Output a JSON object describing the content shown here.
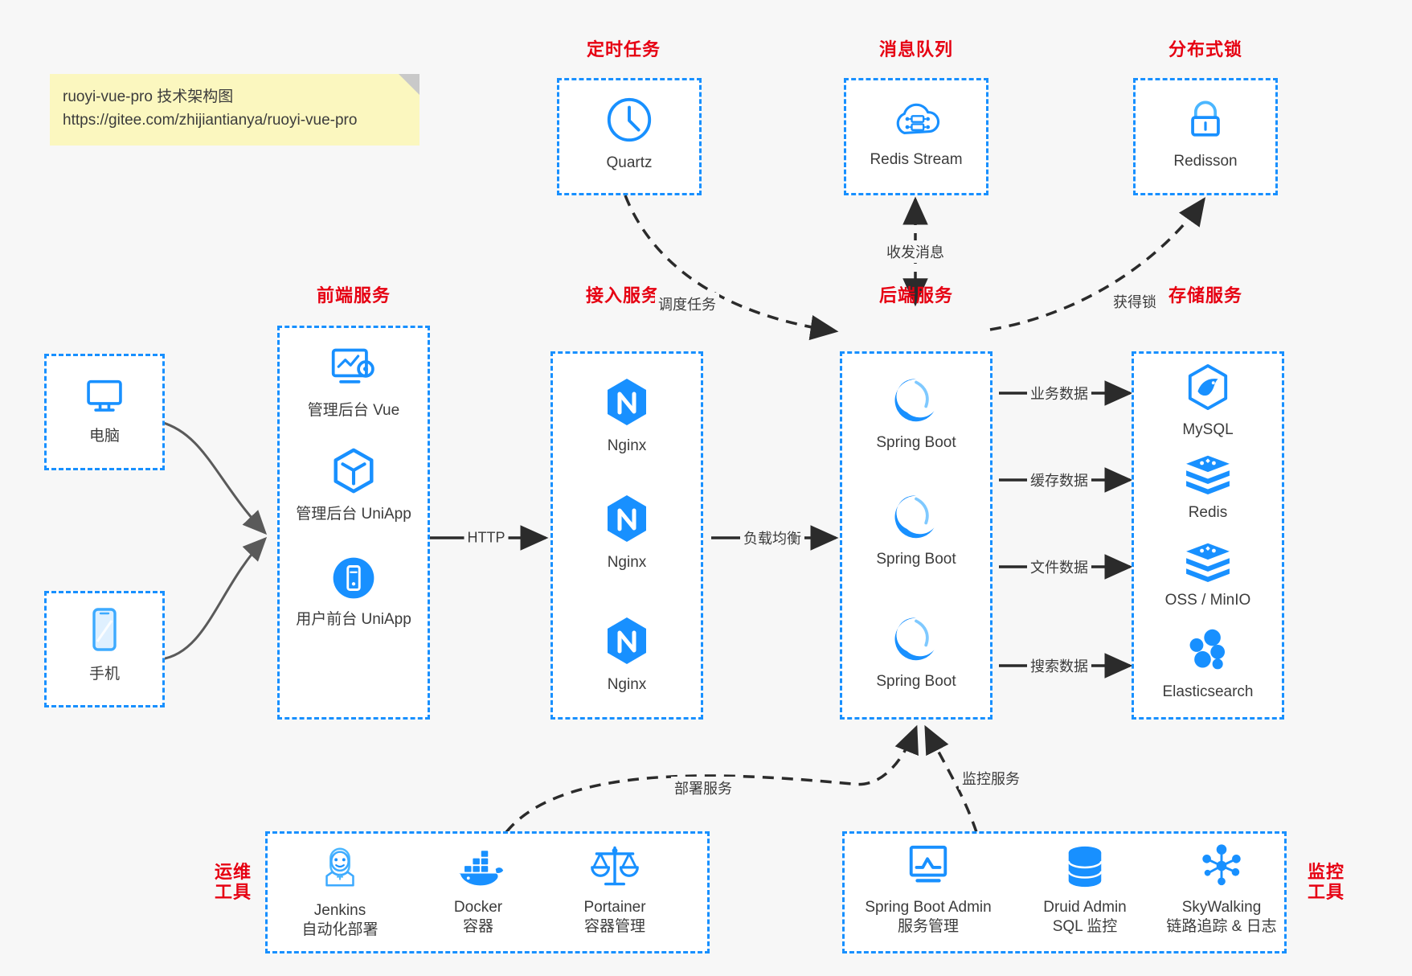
{
  "note": {
    "line1": "ruoyi-vue-pro 技术架构图",
    "line2": "https://gitee.com/zhijiantianya/ruoyi-vue-pro"
  },
  "colors": {
    "accent_blue": "#1890ff",
    "label_red": "#e60012",
    "text": "#3c3c3c",
    "note_bg": "#fbf7bf",
    "canvas_bg": "#f7f7f7",
    "arrow_dark": "#2b2b2b",
    "arrow_gray": "#5a5a5a"
  },
  "groups": {
    "scheduler": {
      "label": "定时任务"
    },
    "mq": {
      "label": "消息队列"
    },
    "lock": {
      "label": "分布式锁"
    },
    "frontend": {
      "label": "前端服务"
    },
    "gateway": {
      "label": "接入服务"
    },
    "backend": {
      "label": "后端服务"
    },
    "storage": {
      "label": "存储服务"
    },
    "devops": {
      "label_line1": "运维",
      "label_line2": "工具"
    },
    "monitor": {
      "label_line1": "监控",
      "label_line2": "工具"
    }
  },
  "nodes": {
    "quartz": {
      "name": "Quartz",
      "icon": "clock-icon"
    },
    "redis_stream": {
      "name": "Redis Stream",
      "icon": "cloud-stream-icon"
    },
    "redisson": {
      "name": "Redisson",
      "icon": "lock-icon"
    },
    "pc": {
      "name": "电脑",
      "icon": "desktop-icon"
    },
    "mobile": {
      "name": "手机",
      "icon": "smartphone-icon"
    },
    "admin_vue": {
      "name": "管理后台 Vue",
      "icon": "dashboard-gear-icon"
    },
    "admin_uniapp": {
      "name": "管理后台 UniApp",
      "icon": "cube-icon"
    },
    "user_uniapp": {
      "name": "用户前台 UniApp",
      "icon": "mobile-circle-icon"
    },
    "nginx1": {
      "name": "Nginx",
      "icon": "nginx-icon"
    },
    "nginx2": {
      "name": "Nginx",
      "icon": "nginx-icon"
    },
    "nginx3": {
      "name": "Nginx",
      "icon": "nginx-icon"
    },
    "springboot1": {
      "name": "Spring Boot",
      "icon": "spring-icon"
    },
    "springboot2": {
      "name": "Spring Boot",
      "icon": "spring-icon"
    },
    "springboot3": {
      "name": "Spring Boot",
      "icon": "spring-icon"
    },
    "mysql": {
      "name": "MySQL",
      "icon": "mysql-icon"
    },
    "redis": {
      "name": "Redis",
      "icon": "redis-icon"
    },
    "oss": {
      "name": "OSS / MinIO",
      "icon": "oss-icon"
    },
    "elasticsearch": {
      "name": "Elasticsearch",
      "icon": "elasticsearch-icon"
    },
    "jenkins": {
      "name": "Jenkins",
      "sub": "自动化部署",
      "icon": "jenkins-icon"
    },
    "docker": {
      "name": "Docker",
      "sub": "容器",
      "icon": "docker-icon"
    },
    "portainer": {
      "name": "Portainer",
      "sub": "容器管理",
      "icon": "scales-icon"
    },
    "sba": {
      "name": "Spring Boot Admin",
      "sub": "服务管理",
      "icon": "monitor-chart-icon"
    },
    "druid": {
      "name": "Druid Admin",
      "sub": "SQL 监控",
      "icon": "database-icon"
    },
    "skywalking": {
      "name": "SkyWalking",
      "sub": "链路追踪 & 日志",
      "icon": "network-nodes-icon"
    }
  },
  "edges": [
    {
      "id": "http",
      "label": "HTTP",
      "from": "frontend",
      "to": "gateway"
    },
    {
      "id": "lb",
      "label": "负载均衡",
      "from": "gateway",
      "to": "backend"
    },
    {
      "id": "schedule",
      "label": "调度任务",
      "from": "quartz",
      "to": "backend"
    },
    {
      "id": "message",
      "label": "收发消息",
      "from": "backend",
      "to": "mq"
    },
    {
      "id": "getlock",
      "label": "获得锁",
      "from": "backend",
      "to": "lock"
    },
    {
      "id": "bizdata",
      "label": "业务数据",
      "from": "backend",
      "to": "mysql"
    },
    {
      "id": "cachedata",
      "label": "缓存数据",
      "from": "backend",
      "to": "redis"
    },
    {
      "id": "filedata",
      "label": "文件数据",
      "from": "backend",
      "to": "oss"
    },
    {
      "id": "searchdata",
      "label": "搜索数据",
      "from": "backend",
      "to": "elasticsearch"
    },
    {
      "id": "deploy",
      "label": "部署服务",
      "from": "devops",
      "to": "backend"
    },
    {
      "id": "monitorsvc",
      "label": "监控服务",
      "from": "monitor",
      "to": "backend"
    }
  ]
}
